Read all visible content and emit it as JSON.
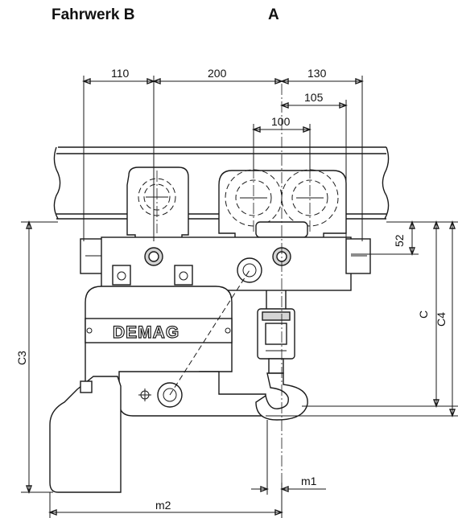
{
  "header": {
    "left_label": "Fahrwerk B",
    "right_label": "A"
  },
  "dimensions": {
    "d110": "110",
    "d200": "200",
    "d130": "130",
    "d105": "105",
    "d100": "100",
    "d52": "52",
    "c": "C",
    "c4": "C4",
    "c3": "C3",
    "m1": "m1",
    "m2": "m2"
  },
  "logo": "DEMAG",
  "colors": {
    "line": "#1a1a1a",
    "shade": "#d4d4d4"
  }
}
